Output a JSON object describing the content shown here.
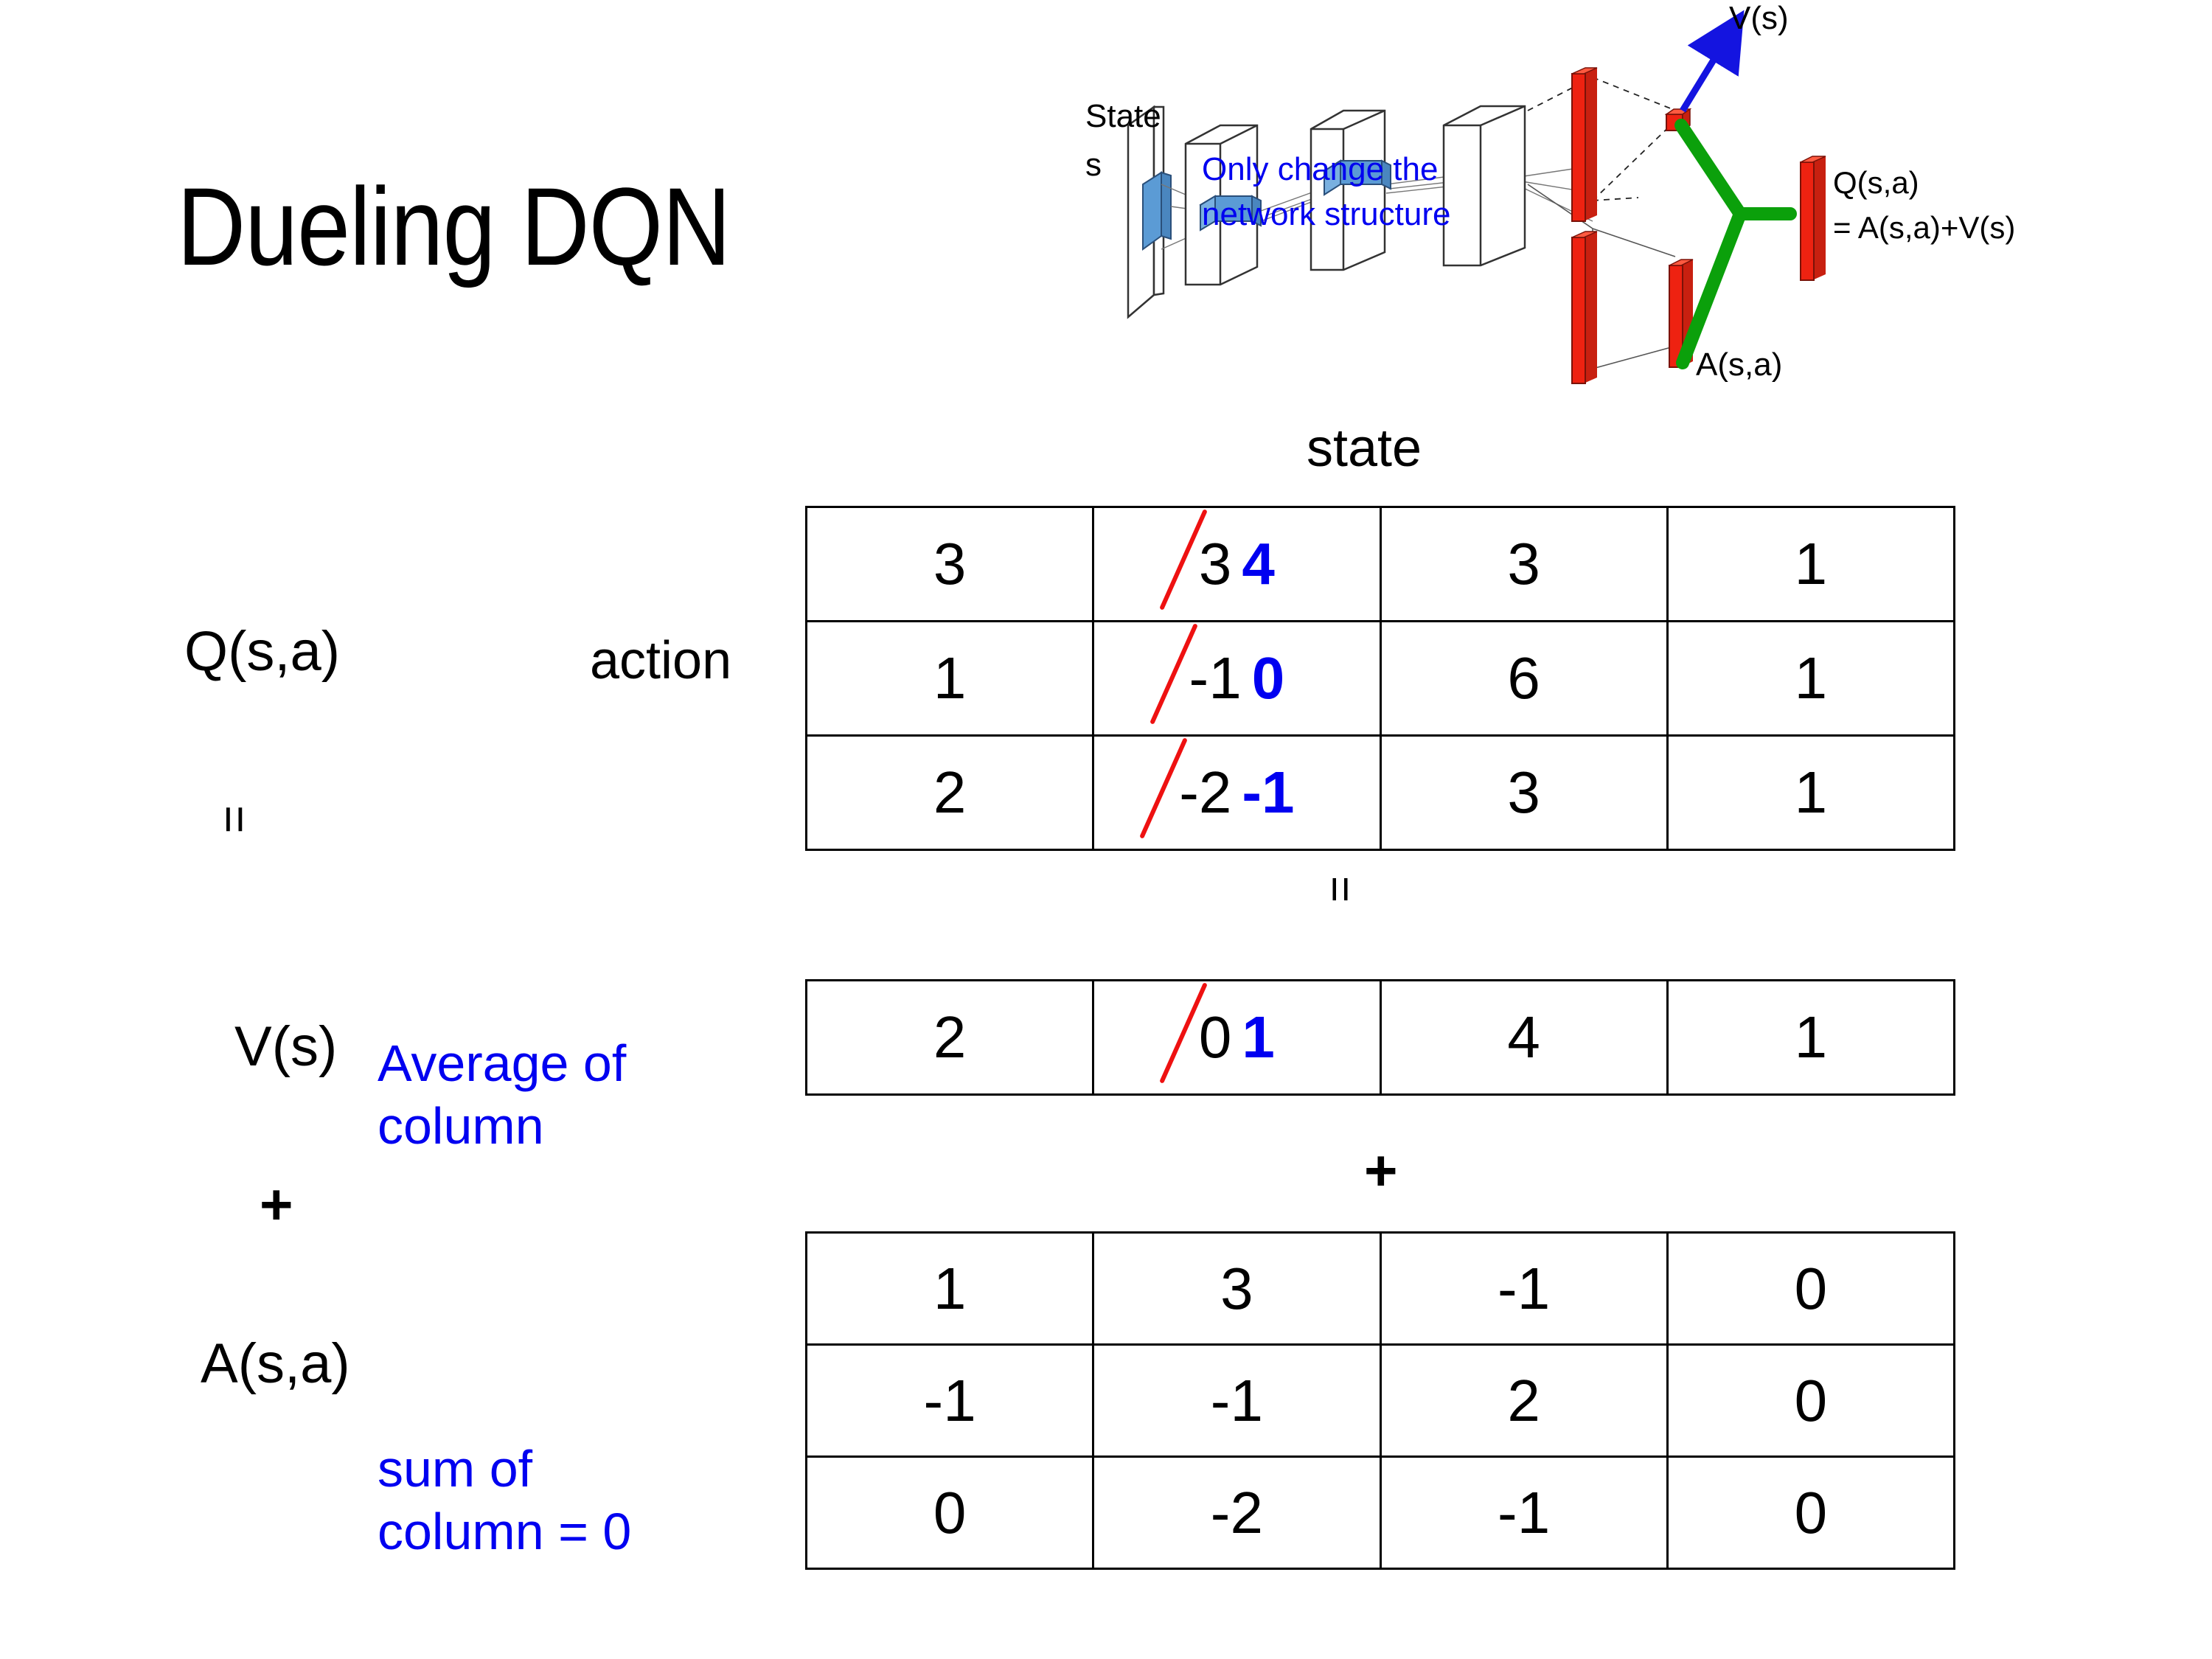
{
  "slide": {
    "title": "Dueling DQN"
  },
  "diagram": {
    "state_label_line1": "State",
    "state_label_line2": "s",
    "note": "Only change the\nnetwork structure",
    "value_label": "V(s)",
    "advantage_label": "A(s,a)",
    "q_label_line1": "Q(s,a)",
    "q_label_line2": "= A(s,a)+V(s)",
    "colors": {
      "note_blue": "#0000f0",
      "arrow_blue": "#1414e0",
      "bar_red": "#ee2211",
      "merge_green": "#0ba00b",
      "layer_blue": "#5b9bd5"
    }
  },
  "labels": {
    "state_axis": "state",
    "action_axis": "action",
    "q_function": "Q(s,a)",
    "v_function": "V(s)",
    "a_function": "A(s,a)",
    "equals_1": "=",
    "plus_1": "+",
    "equals_between_tables": "=",
    "plus_between_tables": "+"
  },
  "notes": {
    "average_of_column": "Average of\ncolumn",
    "sum_of_column": "sum of\ncolumn = 0",
    "color": "#0000f0"
  },
  "chart_data": {
    "type": "table",
    "title": "Dueling DQN decomposition Q(s,a) = V(s) + A(s,a)",
    "xlabel": "state",
    "ylabel": "action",
    "tables": [
      {
        "name": "Q(s,a)",
        "rows": 3,
        "cols": 4,
        "values": [
          [
            "3",
            "3",
            "3",
            "1"
          ],
          [
            "1",
            "-1",
            "6",
            "1"
          ],
          [
            "2",
            "-2",
            "3",
            "1"
          ]
        ],
        "edits": [
          {
            "row": 0,
            "col": 1,
            "old": "3",
            "new": "4"
          },
          {
            "row": 1,
            "col": 1,
            "old": "-1",
            "new": "0"
          },
          {
            "row": 2,
            "col": 1,
            "old": "-2",
            "new": "-1"
          }
        ]
      },
      {
        "name": "V(s)",
        "rows": 1,
        "cols": 4,
        "values": [
          [
            "2",
            "0",
            "4",
            "1"
          ]
        ],
        "edits": [
          {
            "row": 0,
            "col": 1,
            "old": "0",
            "new": "1"
          }
        ]
      },
      {
        "name": "A(s,a)",
        "rows": 3,
        "cols": 4,
        "values": [
          [
            "1",
            "3",
            "-1",
            "0"
          ],
          [
            "-1",
            "-1",
            "2",
            "0"
          ],
          [
            "0",
            "-2",
            "-1",
            "0"
          ]
        ],
        "edits": []
      }
    ],
    "strike_color": "#ee1111",
    "new_value_color": "#0000f0"
  }
}
